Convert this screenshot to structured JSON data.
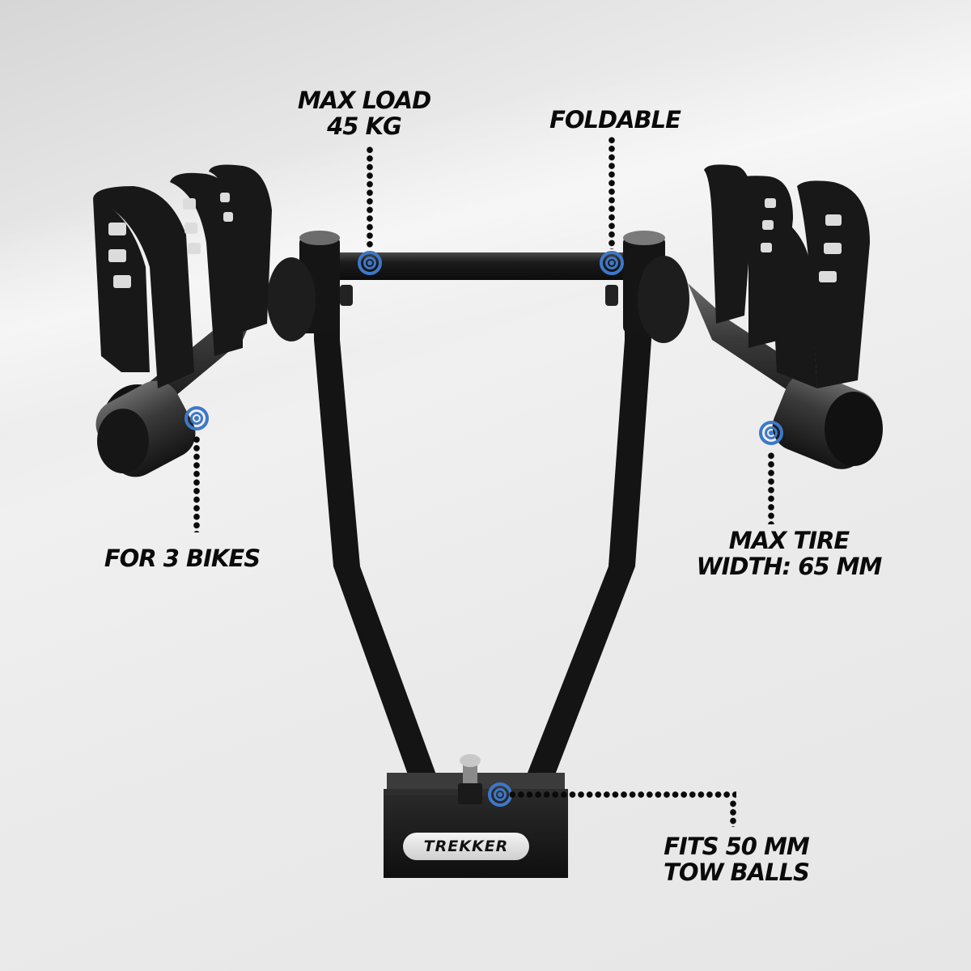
{
  "product": {
    "brand": "TREKKER",
    "type": "tow-ball bike rack"
  },
  "callouts": [
    {
      "id": "max-load",
      "text_lines": [
        "MAX LOAD",
        "45 KG"
      ]
    },
    {
      "id": "foldable",
      "text_lines": [
        "FOLDABLE"
      ]
    },
    {
      "id": "capacity",
      "text_lines": [
        "FOR 3 BIKES"
      ]
    },
    {
      "id": "tire-width",
      "text_lines": [
        "MAX TIRE",
        "WIDTH: 65 MM"
      ]
    },
    {
      "id": "tow-ball",
      "text_lines": [
        "FITS 50 MM",
        "TOW BALLS"
      ]
    }
  ],
  "colors": {
    "marker": "#3d78c9",
    "text": "#0a0a0a",
    "background": "#ececec",
    "frame": "#151515"
  }
}
